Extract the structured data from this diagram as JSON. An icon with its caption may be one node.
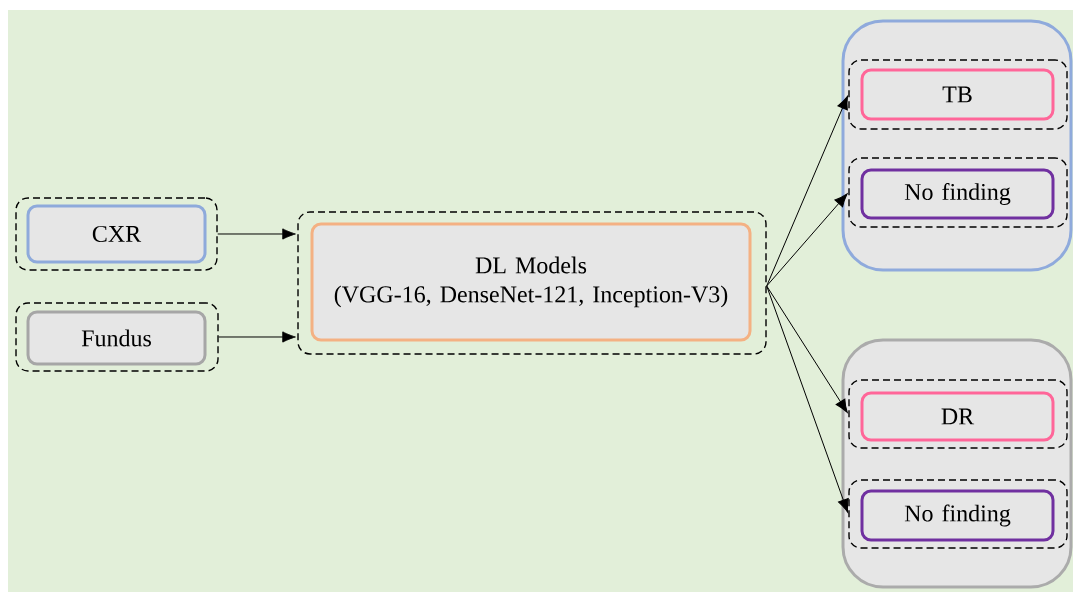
{
  "diagram": {
    "nodes": [
      {
        "text": [],
        "shape": "box"
      },
      {
        "text": [
          "CXR"
        ],
        "in": 0
      },
      {
        "text": [],
        "shape": "box"
      },
      {
        "text": [
          "Fundus"
        ],
        "in": 2
      },
      {
        "text": [],
        "shape": "box"
      },
      {
        "text": [
          "DL Models",
          "(VGG-16, DenseNet-121, Inception-V3)"
        ],
        "in": 4
      },
      {
        "text": [],
        "shape": "box"
      },
      {
        "text": [],
        "shape": "box",
        "in": 6
      },
      {
        "text": [
          "TB"
        ],
        "in": 7
      },
      {
        "text": [],
        "shape": "box",
        "in": 6
      },
      {
        "text": [
          "No finding"
        ],
        "in": 9
      },
      {
        "text": [],
        "shape": "box"
      },
      {
        "text": [],
        "shape": "box",
        "in": 11
      },
      {
        "text": [
          "DR"
        ],
        "in": 12
      },
      {
        "text": [],
        "shape": "box",
        "in": 11
      },
      {
        "text": [
          "No finding"
        ],
        "in": 14
      }
    ],
    "edges": [
      {
        "from": 0,
        "to": 4,
        "arrow": "to"
      },
      {
        "from": 2,
        "to": 4,
        "arrow": "to"
      },
      {
        "from": 4,
        "to": 7,
        "arrow": "to"
      },
      {
        "from": 4,
        "to": 9,
        "arrow": "to"
      },
      {
        "from": 4,
        "to": 12,
        "arrow": "to"
      },
      {
        "from": 4,
        "to": 14,
        "arrow": "to"
      }
    ]
  }
}
